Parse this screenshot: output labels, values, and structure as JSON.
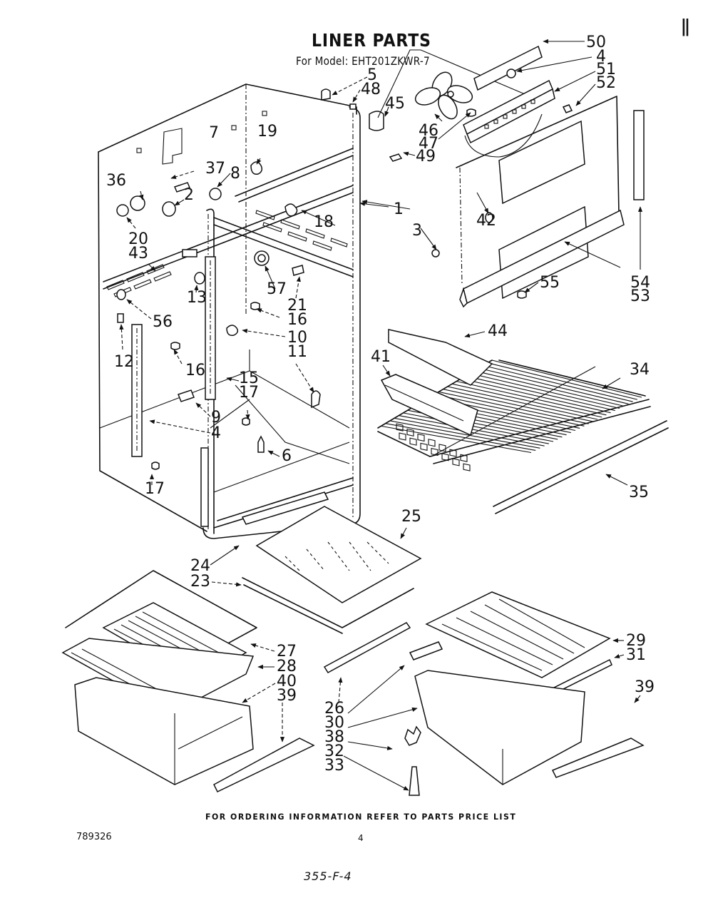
{
  "header": {
    "title": "LINER PARTS",
    "model_line": "For Model: EHT201ZKWR-7",
    "corner_mark": "ǁ"
  },
  "footer": {
    "ordering_note": "FOR ORDERING INFORMATION REFER TO PARTS PRICE LIST",
    "document_number": "789326",
    "page_number": "4",
    "handwritten_code": "355-F-4"
  },
  "callouts": [
    {
      "id": "1",
      "label": "1"
    },
    {
      "id": "2",
      "label": "2"
    },
    {
      "id": "3",
      "label": "3"
    },
    {
      "id": "4a",
      "label": "4"
    },
    {
      "id": "4b",
      "label": "4"
    },
    {
      "id": "5",
      "label": "5"
    },
    {
      "id": "6",
      "label": "6"
    },
    {
      "id": "7",
      "label": "7"
    },
    {
      "id": "8",
      "label": "8"
    },
    {
      "id": "9",
      "label": "9"
    },
    {
      "id": "10",
      "label": "10"
    },
    {
      "id": "11",
      "label": "11"
    },
    {
      "id": "12",
      "label": "12"
    },
    {
      "id": "13",
      "label": "13"
    },
    {
      "id": "15",
      "label": "15"
    },
    {
      "id": "16a",
      "label": "16"
    },
    {
      "id": "16b",
      "label": "16"
    },
    {
      "id": "17a",
      "label": "17"
    },
    {
      "id": "17b",
      "label": "17"
    },
    {
      "id": "18",
      "label": "18"
    },
    {
      "id": "19",
      "label": "19"
    },
    {
      "id": "20",
      "label": "20"
    },
    {
      "id": "21",
      "label": "21"
    },
    {
      "id": "23",
      "label": "23"
    },
    {
      "id": "24",
      "label": "24"
    },
    {
      "id": "25",
      "label": "25"
    },
    {
      "id": "26",
      "label": "26"
    },
    {
      "id": "27",
      "label": "27"
    },
    {
      "id": "28",
      "label": "28"
    },
    {
      "id": "29",
      "label": "29"
    },
    {
      "id": "30",
      "label": "30"
    },
    {
      "id": "31",
      "label": "31"
    },
    {
      "id": "32",
      "label": "32"
    },
    {
      "id": "33",
      "label": "33"
    },
    {
      "id": "34",
      "label": "34"
    },
    {
      "id": "35",
      "label": "35"
    },
    {
      "id": "36",
      "label": "36"
    },
    {
      "id": "37",
      "label": "37"
    },
    {
      "id": "38",
      "label": "38"
    },
    {
      "id": "39a",
      "label": "39"
    },
    {
      "id": "39b",
      "label": "39"
    },
    {
      "id": "40",
      "label": "40"
    },
    {
      "id": "41",
      "label": "41"
    },
    {
      "id": "42",
      "label": "42"
    },
    {
      "id": "43",
      "label": "43"
    },
    {
      "id": "44",
      "label": "44"
    },
    {
      "id": "45",
      "label": "45"
    },
    {
      "id": "46",
      "label": "46"
    },
    {
      "id": "47",
      "label": "47"
    },
    {
      "id": "48",
      "label": "48"
    },
    {
      "id": "49",
      "label": "49"
    },
    {
      "id": "50",
      "label": "50"
    },
    {
      "id": "51",
      "label": "51"
    },
    {
      "id": "52",
      "label": "52"
    },
    {
      "id": "53",
      "label": "53"
    },
    {
      "id": "54",
      "label": "54"
    },
    {
      "id": "55",
      "label": "55"
    },
    {
      "id": "56",
      "label": "56"
    },
    {
      "id": "57",
      "label": "57"
    }
  ]
}
